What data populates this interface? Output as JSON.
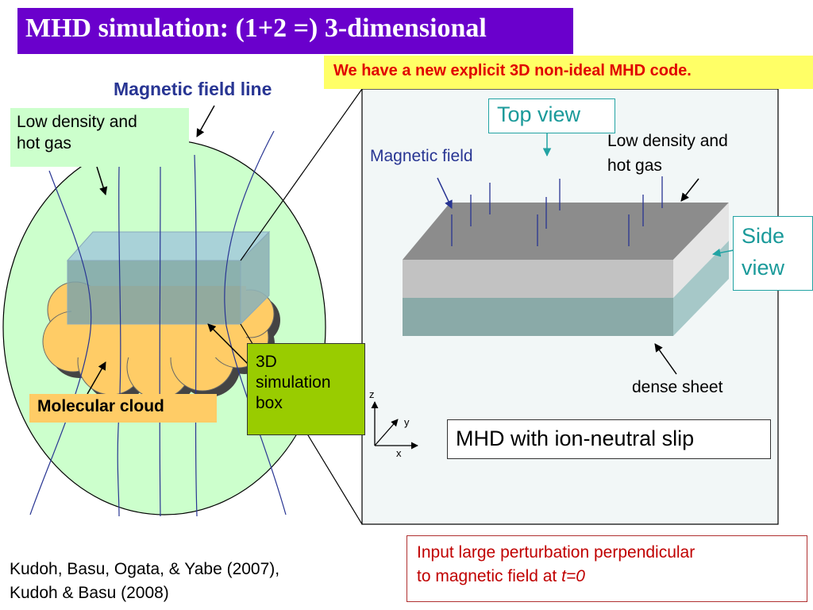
{
  "title": "MHD simulation: (1+2 =) 3-dimensional",
  "subtitle": "We have a new explicit 3D non-ideal MHD code.",
  "left_panel": {
    "field_line_label": "Magnetic field line",
    "low_density_line1": "Low density and",
    "low_density_line2": "hot gas",
    "molecular_cloud_label": "Molecular cloud",
    "sim_box_line1": "3D",
    "sim_box_line2": "simulation",
    "sim_box_line3": "box"
  },
  "right_panel": {
    "top_view_label": "Top view",
    "magnetic_field_label": "Magnetic field",
    "low_density_line1": "Low density and",
    "low_density_line2": "hot gas",
    "side_view_line1": "Side",
    "side_view_line2": "view",
    "dense_sheet_label": "dense sheet",
    "mhd_label": "MHD with ion-neutral slip",
    "axis_z": "z",
    "axis_y": "y",
    "axis_x": "x"
  },
  "citation": {
    "line1": "Kudoh, Basu, Ogata, & Yabe (2007),",
    "line2": "Kudoh & Basu (2008)"
  },
  "perturbation_note": {
    "line1": "Input large perturbation perpendicular",
    "line2_prefix": "to magnetic field at ",
    "line2_italic": "t=0"
  },
  "colors": {
    "title_bg": "#6a00cc",
    "subtitle_bg": "#ffff66",
    "subtitle_text": "#e00000",
    "cloud_green": "#ccffcc",
    "molecular_orange": "#ffcc66",
    "sim_box_green": "#99cc00",
    "field_line_navy": "#283593",
    "teal": "#22a3a3",
    "panel_bg": "#f2f7f7"
  }
}
